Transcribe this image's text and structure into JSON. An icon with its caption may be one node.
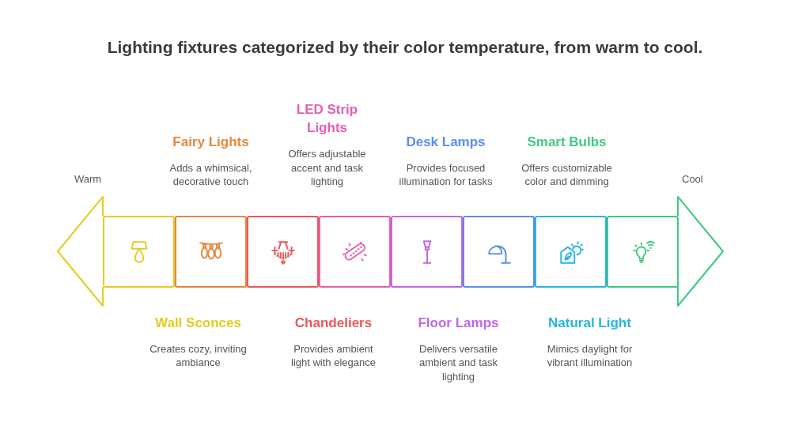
{
  "diagram": {
    "title": "Lighting fixtures categorized by their color temperature, from warm to cool.",
    "nodes": [
      {
        "text": [
          "Wall Sconces",
          "Creates cozy, inviting ambiance"
        ]
      },
      {
        "text": [
          "Fairy Lights",
          "Adds a whimsical, decorative touch"
        ]
      },
      {
        "text": [
          "Chandeliers",
          "Provides ambient light with elegance"
        ]
      },
      {
        "text": [
          "LED Strip Lights",
          "Offers adjustable accent and task lighting"
        ]
      },
      {
        "text": [
          "Floor Lamps",
          "Delivers versatile ambient and task lighting"
        ]
      },
      {
        "text": [
          "Desk Lamps",
          "Provides focused illumination for tasks"
        ]
      },
      {
        "text": [
          "Natural Light",
          "Mimics daylight for vibrant illumination"
        ]
      },
      {
        "text": [
          "Smart Bulbs",
          "Offers customizable color and dimming"
        ]
      }
    ],
    "edges": [],
    "labels": [
      "Warm",
      "Cool"
    ]
  }
}
